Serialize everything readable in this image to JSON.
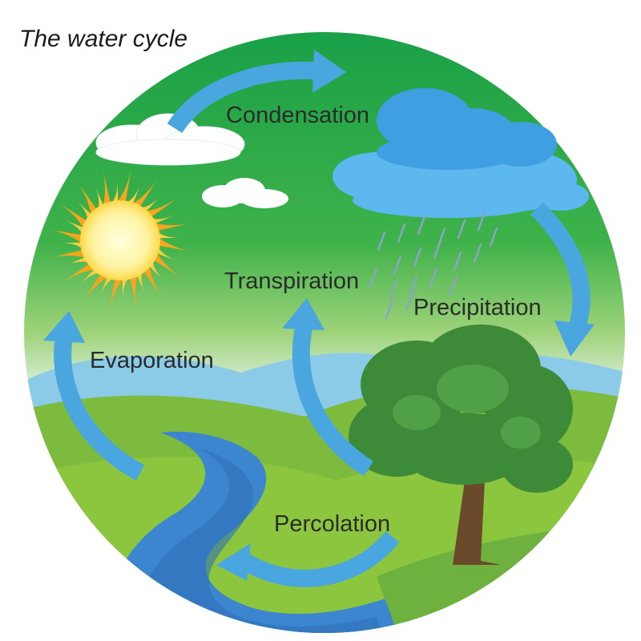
{
  "title": "The water cycle",
  "stages": {
    "condensation": "Condensation",
    "precipitation": "Precipitation",
    "transpiration": "Transpiration",
    "evaporation": "Evaporation",
    "percolation": "Percolation"
  },
  "colors": {
    "sky_top": "#1aa64a",
    "sky_mid": "#56b947",
    "horizon": "#dff0f5",
    "hills_far": "#7ec8e3",
    "grass_light": "#8dc63f",
    "grass_dark": "#6db33f",
    "river": "#3f8fd2",
    "river_dark": "#2f6fb5",
    "arrow": "#4ba8e0",
    "cloud_white": "#ffffff",
    "cloud_blue": "#5ab2e8",
    "cloud_blue_dark": "#3a99dc",
    "sun_core": "#fff6b0",
    "sun_rays": "#f7a51c",
    "tree_leaves": "#3f8a3a",
    "tree_trunk": "#6b4a2b"
  }
}
